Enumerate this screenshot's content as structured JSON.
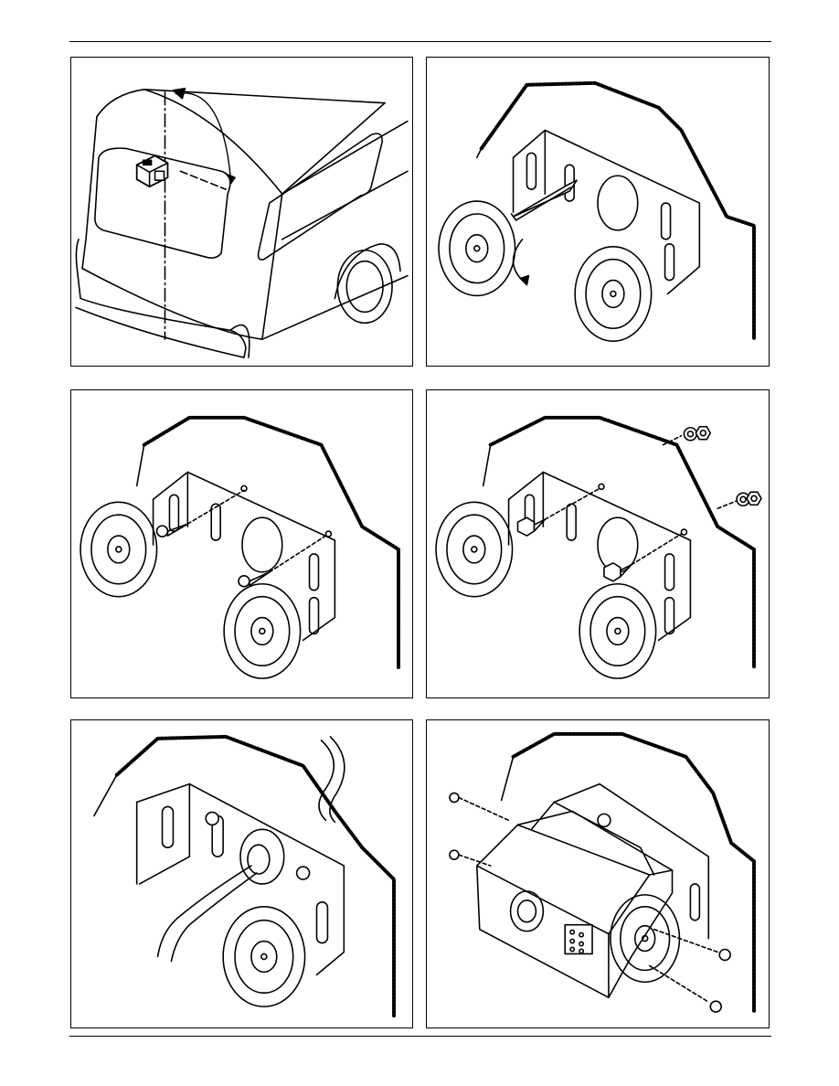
{
  "page": {
    "figures": [
      {
        "id": "fig-vehicle",
        "icon": "vehicle-rear-mount-icon"
      },
      {
        "id": "fig-mark-holes",
        "icon": "bracket-pencil-mark-icon"
      },
      {
        "id": "fig-wood-screws",
        "icon": "bracket-wood-screw-icon"
      },
      {
        "id": "fig-bolts-nuts",
        "icon": "bracket-bolt-nut-icon"
      },
      {
        "id": "fig-cable",
        "icon": "bracket-cable-routing-icon"
      },
      {
        "id": "fig-camera-mounted",
        "icon": "camera-on-bracket-icon"
      }
    ]
  }
}
